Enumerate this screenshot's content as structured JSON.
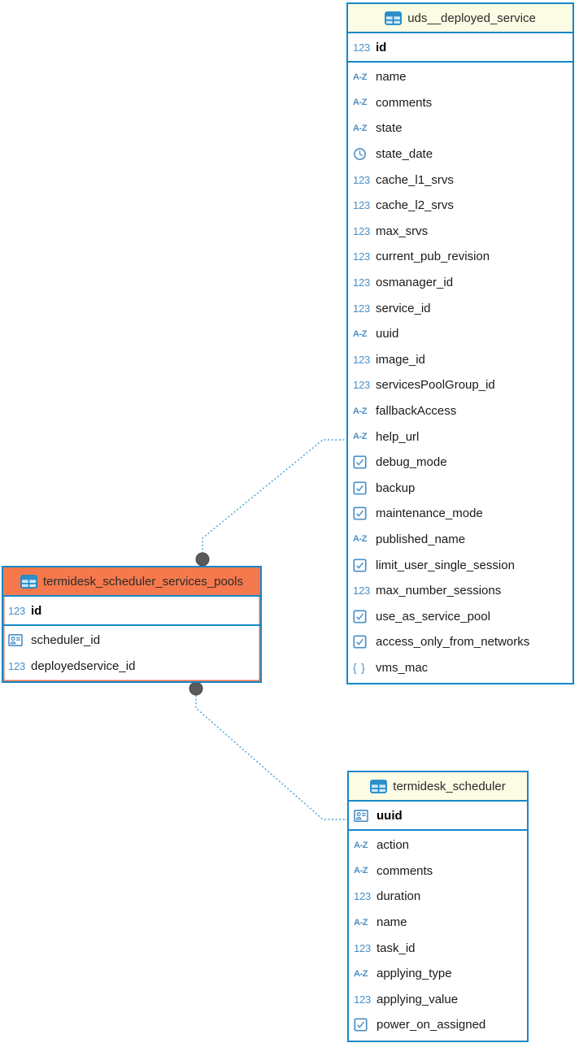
{
  "diagram": {
    "colors": {
      "table_border": "#1788c9",
      "header_yellow": "#fcfbe3",
      "header_orange": "#f5794d",
      "highlight_outline": "#e8734a",
      "icon_blue": "#4b8fc6",
      "relation_line": "#45a1d8",
      "endpoint_dot": "#5a5a5a"
    },
    "icon_labels": {
      "numeric": "123",
      "text": "A-Z",
      "json": "{ }"
    },
    "tables": [
      {
        "title": "uds__deployed_service",
        "pk_columns": [
          {
            "name": "id",
            "icon": "numeric"
          }
        ],
        "columns": [
          {
            "name": "name",
            "icon": "text"
          },
          {
            "name": "comments",
            "icon": "text"
          },
          {
            "name": "state",
            "icon": "text"
          },
          {
            "name": "state_date",
            "icon": "datetime"
          },
          {
            "name": "cache_l1_srvs",
            "icon": "numeric"
          },
          {
            "name": "cache_l2_srvs",
            "icon": "numeric"
          },
          {
            "name": "max_srvs",
            "icon": "numeric"
          },
          {
            "name": "current_pub_revision",
            "icon": "numeric"
          },
          {
            "name": "osmanager_id",
            "icon": "numeric"
          },
          {
            "name": "service_id",
            "icon": "numeric"
          },
          {
            "name": "uuid",
            "icon": "text"
          },
          {
            "name": "image_id",
            "icon": "numeric"
          },
          {
            "name": "servicesPoolGroup_id",
            "icon": "numeric"
          },
          {
            "name": "fallbackAccess",
            "icon": "text"
          },
          {
            "name": "help_url",
            "icon": "text"
          },
          {
            "name": "debug_mode",
            "icon": "boolean"
          },
          {
            "name": "backup",
            "icon": "boolean"
          },
          {
            "name": "maintenance_mode",
            "icon": "boolean"
          },
          {
            "name": "published_name",
            "icon": "text"
          },
          {
            "name": "limit_user_single_session",
            "icon": "boolean"
          },
          {
            "name": "max_number_sessions",
            "icon": "numeric"
          },
          {
            "name": "use_as_service_pool",
            "icon": "boolean"
          },
          {
            "name": "access_only_from_networks",
            "icon": "boolean"
          },
          {
            "name": "vms_mac",
            "icon": "json"
          }
        ]
      },
      {
        "title": "termidesk_scheduler_services_pools",
        "pk_columns": [
          {
            "name": "id",
            "icon": "numeric"
          }
        ],
        "columns": [
          {
            "name": "scheduler_id",
            "icon": "reference"
          },
          {
            "name": "deployedservice_id",
            "icon": "numeric"
          }
        ]
      },
      {
        "title": "termidesk_scheduler",
        "pk_columns": [
          {
            "name": "uuid",
            "icon": "reference"
          }
        ],
        "columns": [
          {
            "name": "action",
            "icon": "text"
          },
          {
            "name": "comments",
            "icon": "text"
          },
          {
            "name": "duration",
            "icon": "numeric"
          },
          {
            "name": "name",
            "icon": "text"
          },
          {
            "name": "task_id",
            "icon": "numeric"
          },
          {
            "name": "applying_type",
            "icon": "text"
          },
          {
            "name": "applying_value",
            "icon": "numeric"
          },
          {
            "name": "power_on_assigned",
            "icon": "boolean"
          }
        ]
      }
    ],
    "relationships": [
      {
        "from": "termidesk_scheduler_services_pools",
        "to": "uds__deployed_service"
      },
      {
        "from": "termidesk_scheduler_services_pools",
        "to": "termidesk_scheduler"
      }
    ]
  }
}
